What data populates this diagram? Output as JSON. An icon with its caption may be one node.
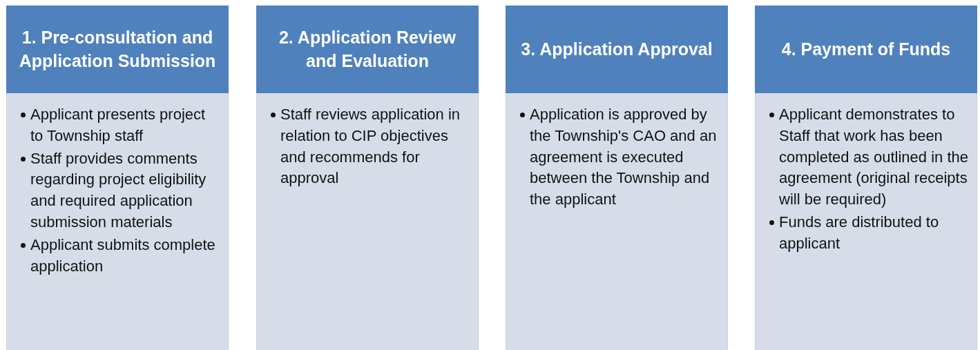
{
  "diagram": {
    "nodes": [
      {
        "text": [
          "1. Pre-consultation and Application Submission"
        ]
      },
      {
        "text": [
          "Applicant presents project to Township staff",
          "Staff provides comments regarding project eligibility and required application submission materials",
          "Applicant submits complete application"
        ]
      },
      {
        "text": [
          "2. Application Review and Evaluation"
        ]
      },
      {
        "text": [
          "Staff reviews application in relation to CIP objectives and recommends for approval"
        ]
      },
      {
        "text": [
          "3. Application Approval"
        ]
      },
      {
        "text": [
          "Application is approved by the Township's CAO and an agreement is executed between the Township and the applicant"
        ]
      },
      {
        "text": [
          "4. Payment of Funds"
        ]
      },
      {
        "text": [
          "Applicant demonstrates to Staff that work has been completed as outlined in the agreement (original receipts will be required)",
          "Funds are distributed to applicant"
        ]
      }
    ]
  }
}
